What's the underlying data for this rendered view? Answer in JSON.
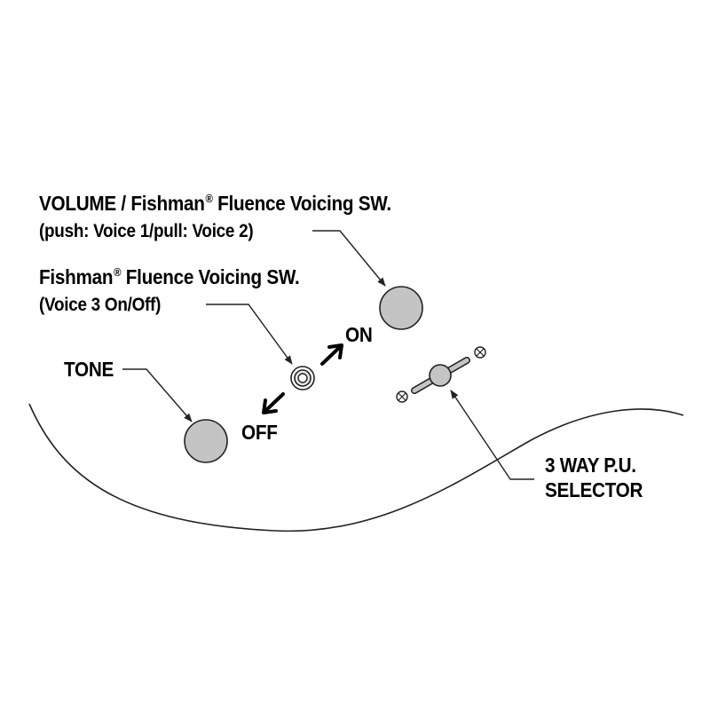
{
  "labels": {
    "volume_line1_a": "VOLUME / Fishman",
    "volume_line1_mark": "®",
    "volume_line1_b": " Fluence Voicing SW.",
    "volume_line2": "(push: Voice 1/pull: Voice 2)",
    "fishman_line1_a": "Fishman",
    "fishman_line1_mark": "®",
    "fishman_line1_b": " Fluence Voicing SW.",
    "fishman_line2": "(Voice 3 On/Off)",
    "tone": "TONE",
    "on": "ON",
    "off": "OFF",
    "selector_line1": "3 WAY P.U.",
    "selector_line2": "SELECTOR"
  },
  "colors": {
    "knob_fill": "#c4c4c4",
    "stroke": "#222222",
    "text": "#000000"
  }
}
